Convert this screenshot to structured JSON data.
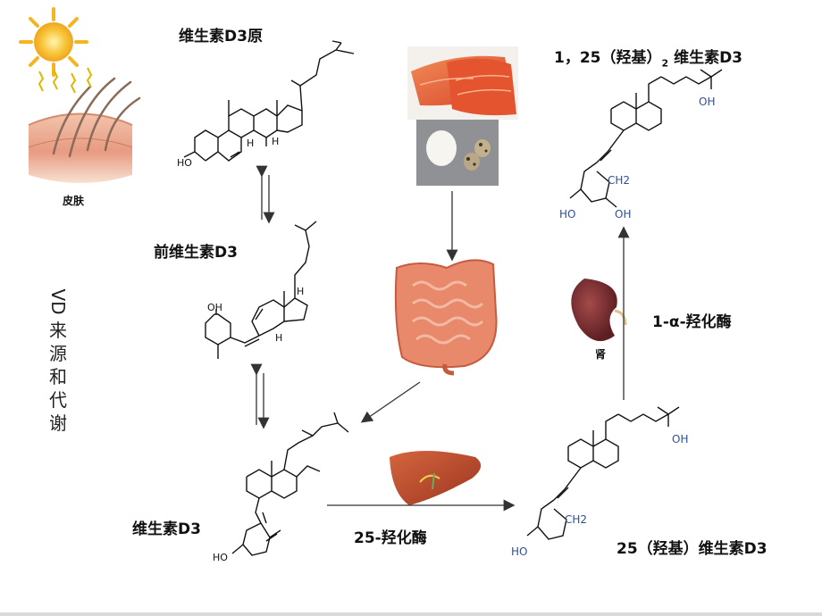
{
  "labels": {
    "provitamin": "维生素D3原",
    "skin": "皮肤",
    "previtamin": "前维生素D3",
    "vitamin_d3": "维生素D3",
    "enzyme_25": "25-羟化酶",
    "product_25": "25（羟基）维生素D3",
    "kidney": "肾",
    "enzyme_1a": "1-α-羟化酶",
    "product_125_prefix": "1，25（羟基）",
    "product_125_sub": "2",
    "product_125_suffix": " 维生素D3",
    "side_title_vd": "VD",
    "side_title_rest": [
      "来",
      "源",
      "和",
      "代",
      "谢"
    ]
  },
  "atoms": {
    "ho": "HO",
    "oh": "OH",
    "h": "H",
    "ch2": "CH2"
  },
  "colors": {
    "text": "#111111",
    "chem_blue_label": "#2e4f9a",
    "sun": "#f5b521",
    "skin": "#e9a88c",
    "fish": "#e5603a",
    "intestine": "#e8896b",
    "liver": "#b8482a",
    "kidney": "#7a2d2f"
  }
}
